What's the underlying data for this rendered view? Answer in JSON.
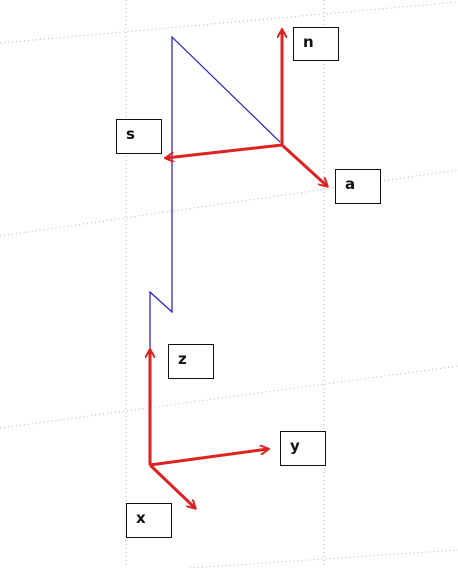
{
  "diagram": {
    "colors": {
      "background": "#ffffff",
      "grid": "#b8b8b8",
      "link": "#1c1cc8",
      "axis": "#dd2222",
      "label_border": "#111111"
    },
    "grid_style": "dotted",
    "base_frame": {
      "x_label": "x",
      "y_label": "y",
      "z_label": "z"
    },
    "end_effector_frame": {
      "n_label": "n",
      "s_label": "s",
      "a_label": "a"
    }
  }
}
